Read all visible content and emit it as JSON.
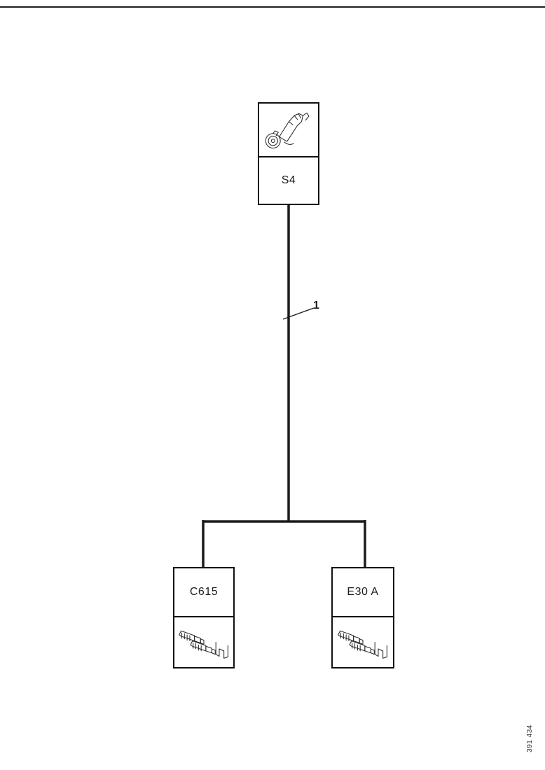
{
  "page": {
    "background": "#ffffff",
    "line_color": "#1a1a1a"
  },
  "diagram": {
    "top_component": {
      "label": "S4",
      "icon": "ignition-switch-icon"
    },
    "wire": {
      "label": "1"
    },
    "bottom_left_component": {
      "label": "C615",
      "icon": "terminal-connector-icon"
    },
    "bottom_right_component": {
      "label": "E30 A",
      "icon": "terminal-connector-icon"
    },
    "footer": {
      "doc_number": "391 434"
    }
  }
}
